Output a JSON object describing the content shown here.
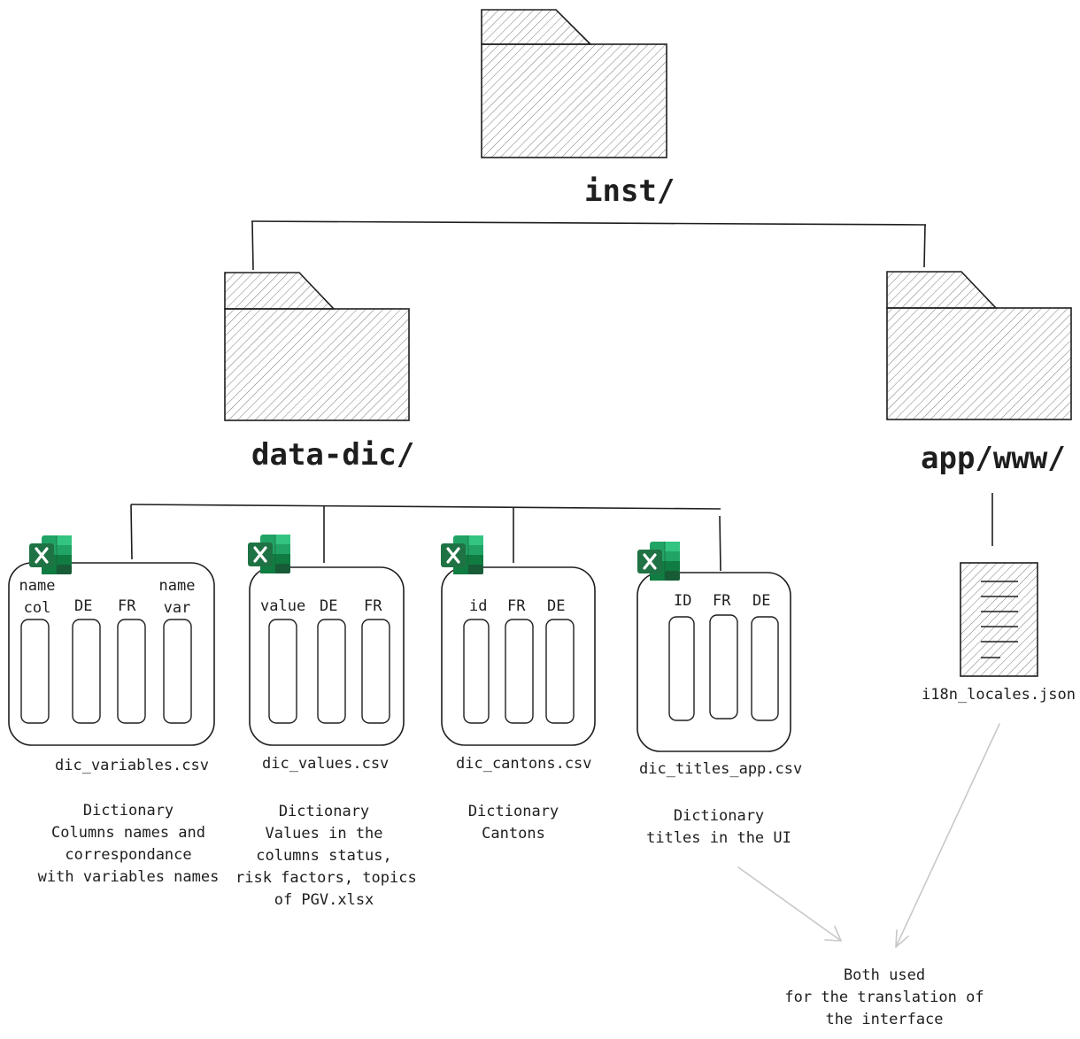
{
  "root": {
    "label": "inst/"
  },
  "folders": [
    {
      "id": "data-dic",
      "label": "data-dic/"
    },
    {
      "id": "app-www",
      "label": "app/www/"
    }
  ],
  "files": [
    {
      "name": "dic_variables.csv",
      "icon": "excel-icon",
      "columns": [
        "name\ncol",
        "DE",
        "FR",
        "name\nvar"
      ],
      "description": "Dictionary\nColumns names and\ncorrespondance\nwith variables names"
    },
    {
      "name": "dic_values.csv",
      "icon": "excel-icon",
      "columns": [
        "value",
        "DE",
        "FR"
      ],
      "description": "Dictionary\nValues in the\ncolumns status,\nrisk factors, topics\nof PGV.xlsx"
    },
    {
      "name": "dic_cantons.csv",
      "icon": "excel-icon",
      "columns": [
        "id",
        "FR",
        "DE"
      ],
      "description": "Dictionary\nCantons"
    },
    {
      "name": "dic_titles_app.csv",
      "icon": "excel-icon",
      "columns": [
        "ID",
        "FR",
        "DE"
      ],
      "description": "Dictionary\ntitles in the UI"
    }
  ],
  "json_file": {
    "name": "i18n_locales.json",
    "icon": "document-icon"
  },
  "note": "Both used\nfor the translation of\nthe interface",
  "colors": {
    "stroke": "#1e1e1e",
    "excel_green": "#1f7244",
    "excel_light": "#33c481",
    "excel_dark": "#185c37",
    "arrow": "#c8c8c8"
  }
}
